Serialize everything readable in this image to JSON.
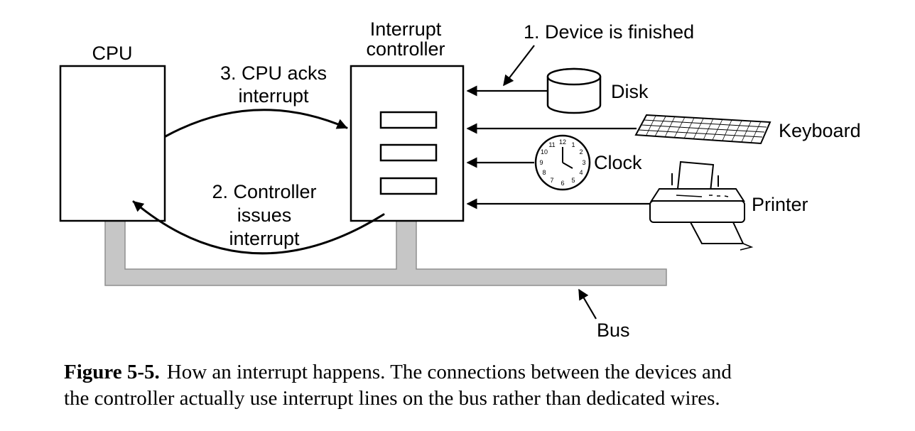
{
  "labels": {
    "cpu": "CPU",
    "interrupt_controller_line1": "Interrupt",
    "interrupt_controller_line2": "controller",
    "step1": "1. Device is finished",
    "step2_line1": "2. Controller",
    "step2_line2": "issues",
    "step2_line3": "interrupt",
    "step3_line1": "3. CPU acks",
    "step3_line2": "interrupt",
    "disk": "Disk",
    "keyboard": "Keyboard",
    "clock": "Clock",
    "printer": "Printer",
    "bus": "Bus"
  },
  "clock_numbers": [
    "12",
    "1",
    "2",
    "3",
    "4",
    "5",
    "6",
    "7",
    "8",
    "9",
    "10",
    "11"
  ],
  "caption": {
    "figure_label": "Figure 5-5.",
    "line1_rest": "How an interrupt happens. The connections between the devices and",
    "line2": "the controller actually use interrupt lines on the bus rather than dedicated wires."
  },
  "colors": {
    "bus_fill": "#c6c6c6",
    "line": "#000000",
    "background": "#ffffff"
  }
}
